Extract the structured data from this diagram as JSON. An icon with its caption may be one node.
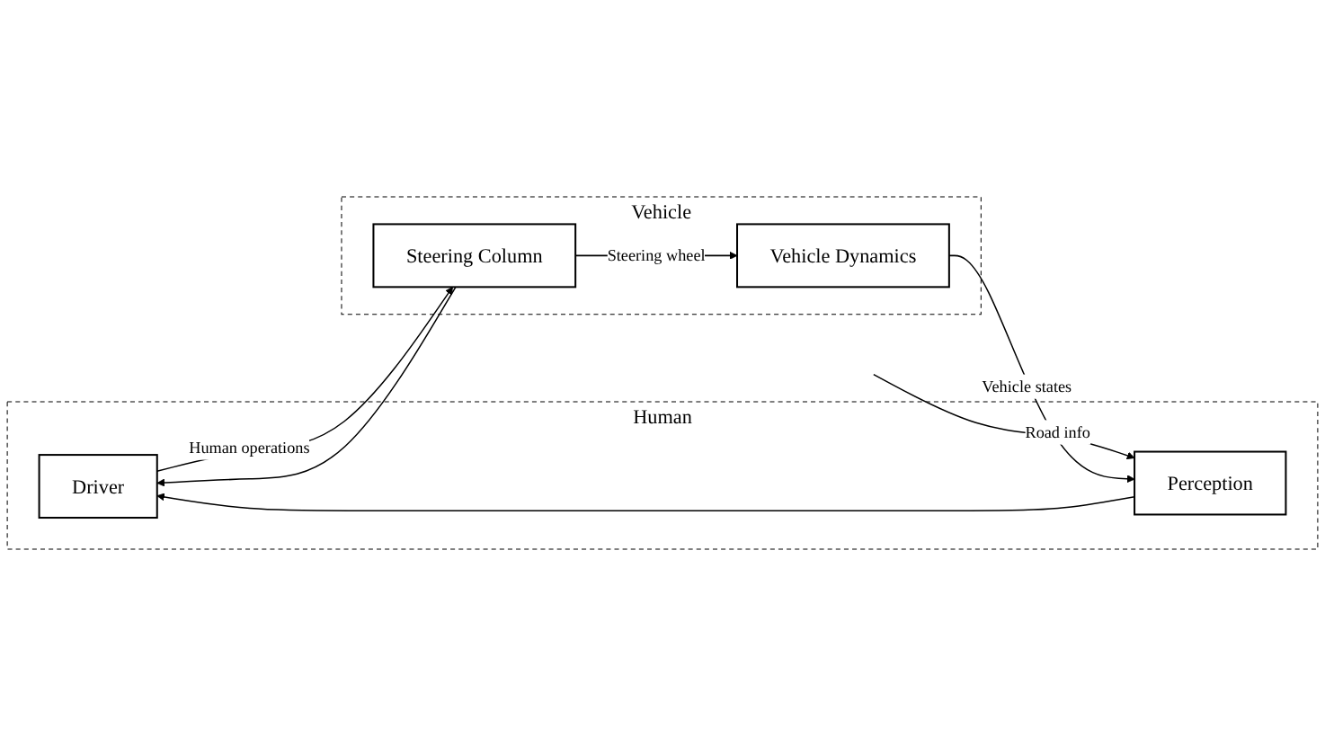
{
  "diagram": {
    "nodes": [
      {
        "text": [
          "Human"
        ]
      },
      {
        "text": [
          "Driver"
        ],
        "in": 0
      },
      {
        "text": [
          "Perception"
        ],
        "in": 0
      },
      {
        "text": [
          "Vehicle"
        ]
      },
      {
        "text": [
          "Steering Column"
        ],
        "in": 3
      },
      {
        "text": [
          "Vehicle Dynamics"
        ],
        "in": 3
      }
    ],
    "edges": [
      {
        "from": 1,
        "to": 4,
        "arrow": "to",
        "label": "Human operations"
      },
      {
        "from": 4,
        "to": 5,
        "arrow": "to",
        "label": "Steering wheel"
      },
      {
        "from": 4,
        "to": 1,
        "arrow": "to"
      },
      {
        "from": 2,
        "to": 1,
        "arrow": "to"
      },
      {
        "from": null,
        "to": 2,
        "arrow": "to",
        "label": "Road info"
      },
      {
        "from": 5,
        "to": 2,
        "arrow": "to",
        "label": "Vehicle states"
      }
    ]
  }
}
